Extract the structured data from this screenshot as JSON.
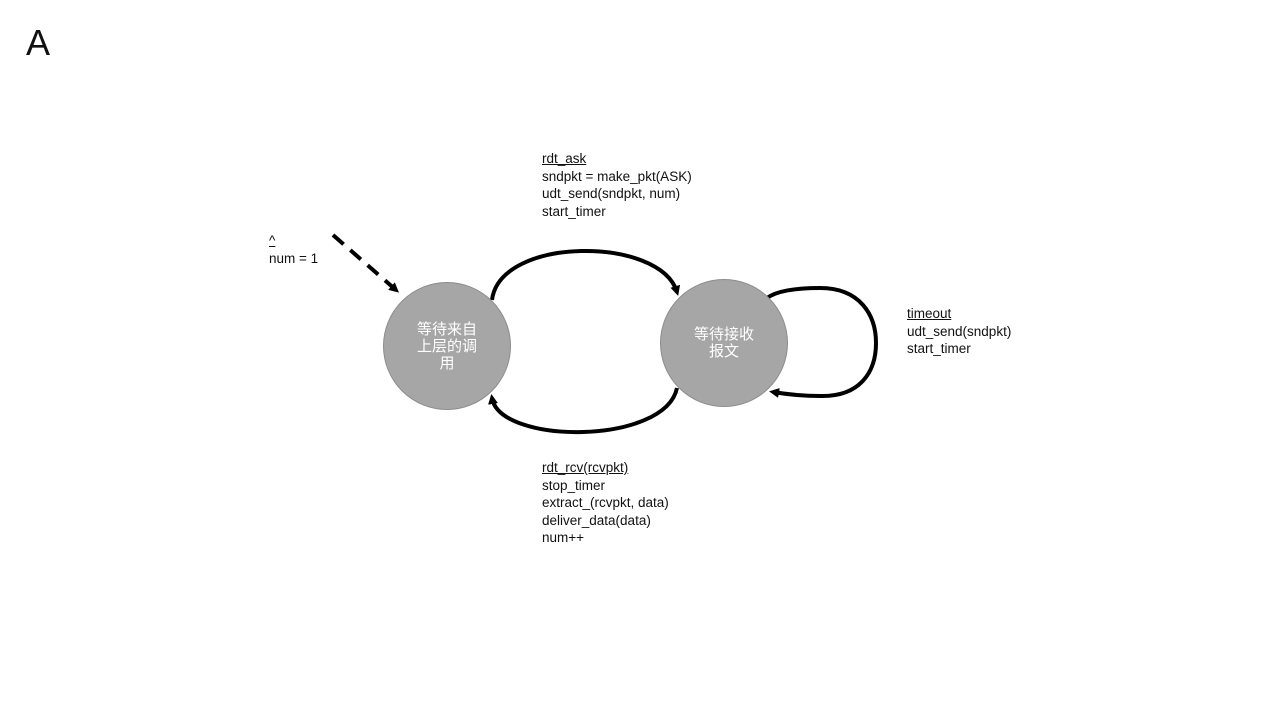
{
  "slide": {
    "label": "A"
  },
  "states": {
    "idle": {
      "text": "等待来自上层的调用"
    },
    "wait": {
      "text": "等待接收报文"
    }
  },
  "transitions": {
    "init": {
      "event": "^",
      "actions": [
        "num = 1"
      ]
    },
    "send": {
      "event": "rdt_ask",
      "actions": [
        "sndpkt = make_pkt(ASK)",
        "udt_send(sndpkt, num)",
        "start_timer"
      ]
    },
    "timeout": {
      "event": "timeout",
      "actions": [
        "udt_send(sndpkt)",
        "start_timer"
      ]
    },
    "receive": {
      "event": "rdt_rcv(rcvpkt)",
      "actions": [
        "stop_timer",
        "extract_(rcvpkt, data)",
        "deliver_data(data)",
        "num++"
      ]
    }
  },
  "colors": {
    "state_fill": "#a6a6a6",
    "arrow": "#000000"
  }
}
